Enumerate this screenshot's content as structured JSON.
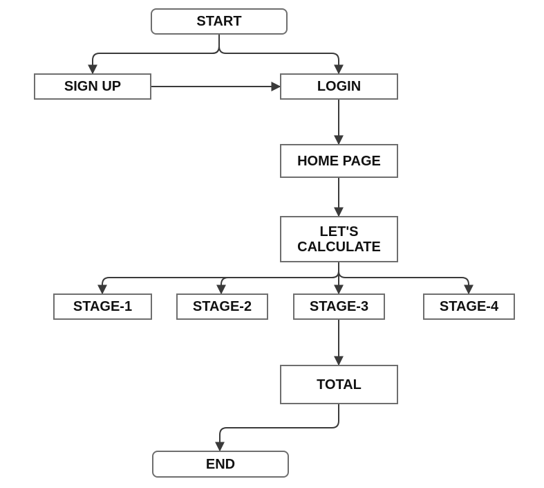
{
  "diagram": {
    "nodes": {
      "start": "START",
      "sign_up": "SIGN UP",
      "login": "LOGIN",
      "home_page": "HOME PAGE",
      "lets_calculate": "LET'S\nCALCULATE",
      "stage_1": "STAGE-1",
      "stage_2": "STAGE-2",
      "stage_3": "STAGE-3",
      "stage_4": "STAGE-4",
      "total": "TOTAL",
      "end": "END"
    },
    "colors": {
      "stroke": "#3a3a3a",
      "box_border": "#6e6e6e",
      "text": "#111111"
    }
  }
}
